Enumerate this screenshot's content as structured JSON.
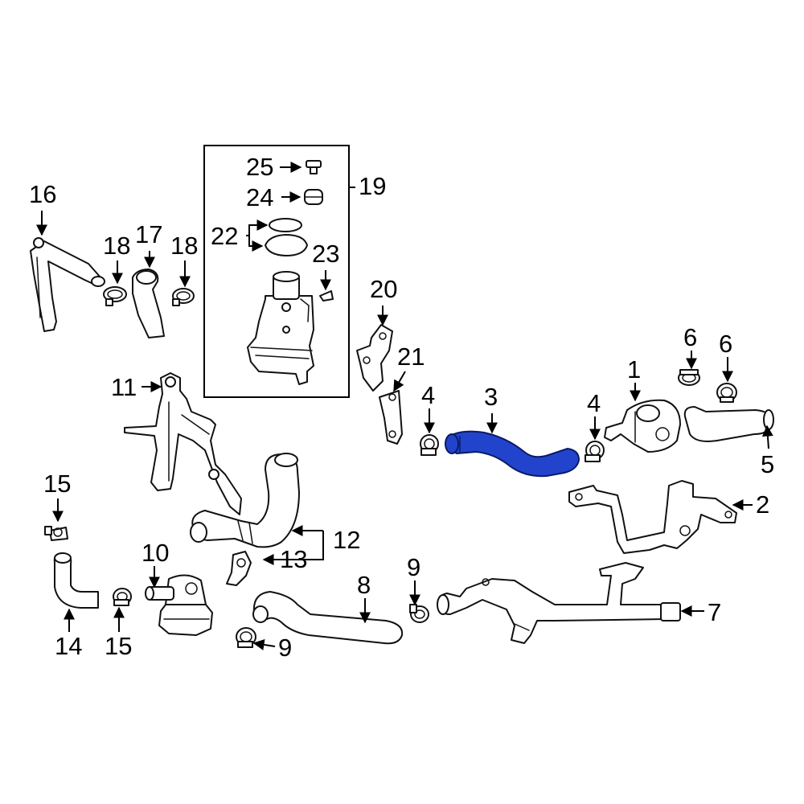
{
  "callouts": {
    "c1": "1",
    "c2": "2",
    "c3": "3",
    "c4a": "4",
    "c4b": "4",
    "c5": "5",
    "c6a": "6",
    "c6b": "6",
    "c7": "7",
    "c8": "8",
    "c9a": "9",
    "c9b": "9",
    "c10": "10",
    "c11": "11",
    "c12": "12",
    "c13": "13",
    "c14": "14",
    "c15a": "15",
    "c15b": "15",
    "c16": "16",
    "c17": "17",
    "c18a": "18",
    "c18b": "18",
    "c19": "19",
    "c20": "20",
    "c21": "21",
    "c22": "22",
    "c23": "23",
    "c24": "24",
    "c25": "25"
  },
  "highlight_color": "#2244cc",
  "highlighted_part": "3"
}
